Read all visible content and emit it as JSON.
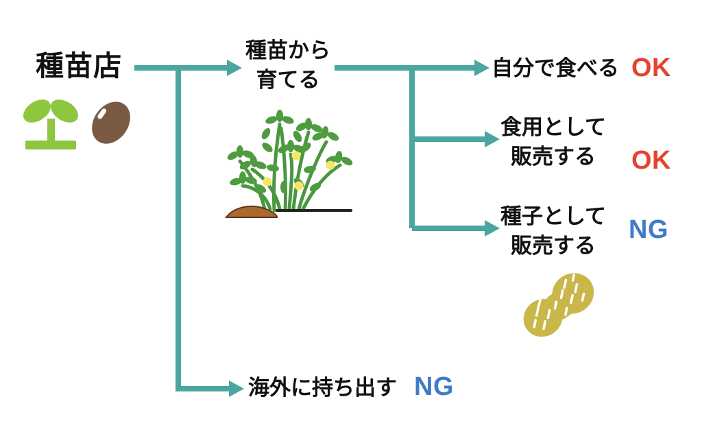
{
  "diagram": {
    "root": {
      "label": "種苗店"
    },
    "grow": {
      "lines": [
        "種苗から",
        "育てる"
      ]
    },
    "outcomes": [
      {
        "lines": [
          "自分で食べる"
        ],
        "verdict": "OK"
      },
      {
        "lines": [
          "食用として",
          "販売する"
        ],
        "verdict": "OK"
      },
      {
        "lines": [
          "種子として",
          "販売する"
        ],
        "verdict": "NG"
      },
      {
        "lines": [
          "海外に持ち出す"
        ],
        "verdict": "NG"
      }
    ],
    "icons": {
      "root": [
        "seedling-icon",
        "bean-icon"
      ],
      "grow": "peanut-plant-illustration",
      "sell_as_seed": "peanut-icon"
    }
  },
  "colors": {
    "connector": "#4AA69F",
    "ok": "#E5432E",
    "ng": "#3E7CC7",
    "text": "#111111",
    "seedling": "#8DC63F",
    "bean": "#7A5A42",
    "plant": "#4E9B40",
    "soil": "#A9692F",
    "flower": "#F3E763",
    "peanut": "#C9B74A",
    "ground": "#222222"
  }
}
